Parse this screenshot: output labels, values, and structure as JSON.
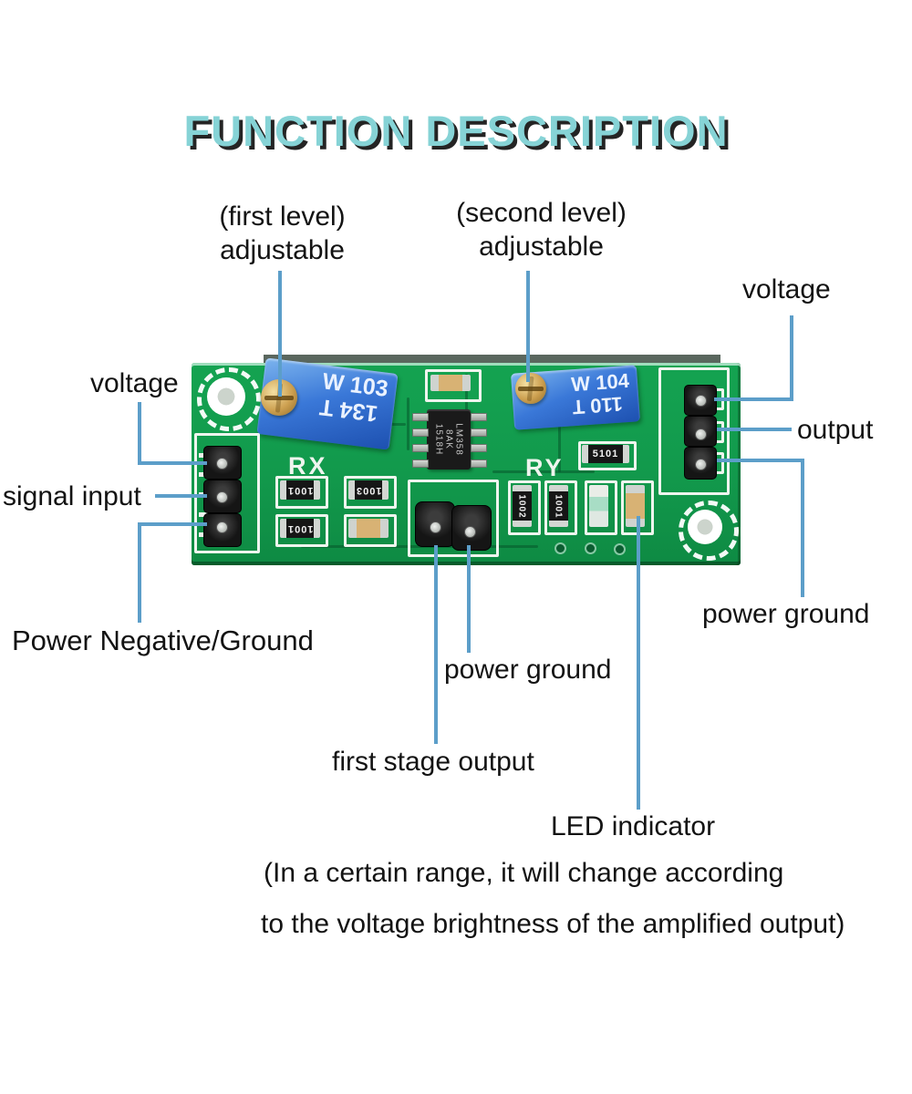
{
  "title": "FUNCTION DESCRIPTION",
  "labels": {
    "first_level_line1": "(first level)",
    "first_level_line2": "adjustable",
    "second_level_line1": "(second level)",
    "second_level_line2": "adjustable",
    "voltage_left": "voltage",
    "voltage_right": "voltage",
    "output": "output",
    "signal_input": "signal input",
    "power_negative": "Power Negative/Ground",
    "power_ground_right": "power ground",
    "power_ground_center": "power ground",
    "first_stage_output": "first stage output",
    "led_indicator": "LED indicator",
    "led_note_line1": "(In a certain range, it will change according",
    "led_note_line2": "to the voltage brightness of the amplified output)"
  },
  "board": {
    "silkscreen_rx": "RX",
    "silkscreen_ry": "RY",
    "pot1_line1": "W 103",
    "pot1_line2": "134 T",
    "pot2_line1": "W 104",
    "pot2_line2": "110 T",
    "ic_line1": "LM358",
    "ic_line2": "8AK",
    "ic_line3": "1518H",
    "res_rx_top_left": "1001",
    "res_rx_top_right": "1003",
    "res_rx_bottom_left": "1001",
    "res_5101": "5101",
    "res_ry_1": "1002",
    "res_ry_2": "1001"
  },
  "colors": {
    "title_fill": "#86d3d6",
    "title_shadow": "#242424",
    "leader_line": "#5c9ec9",
    "pcb_green": "#12994c",
    "pot_blue": "#3a78d8",
    "silkscreen_white": "#eef5ee"
  }
}
